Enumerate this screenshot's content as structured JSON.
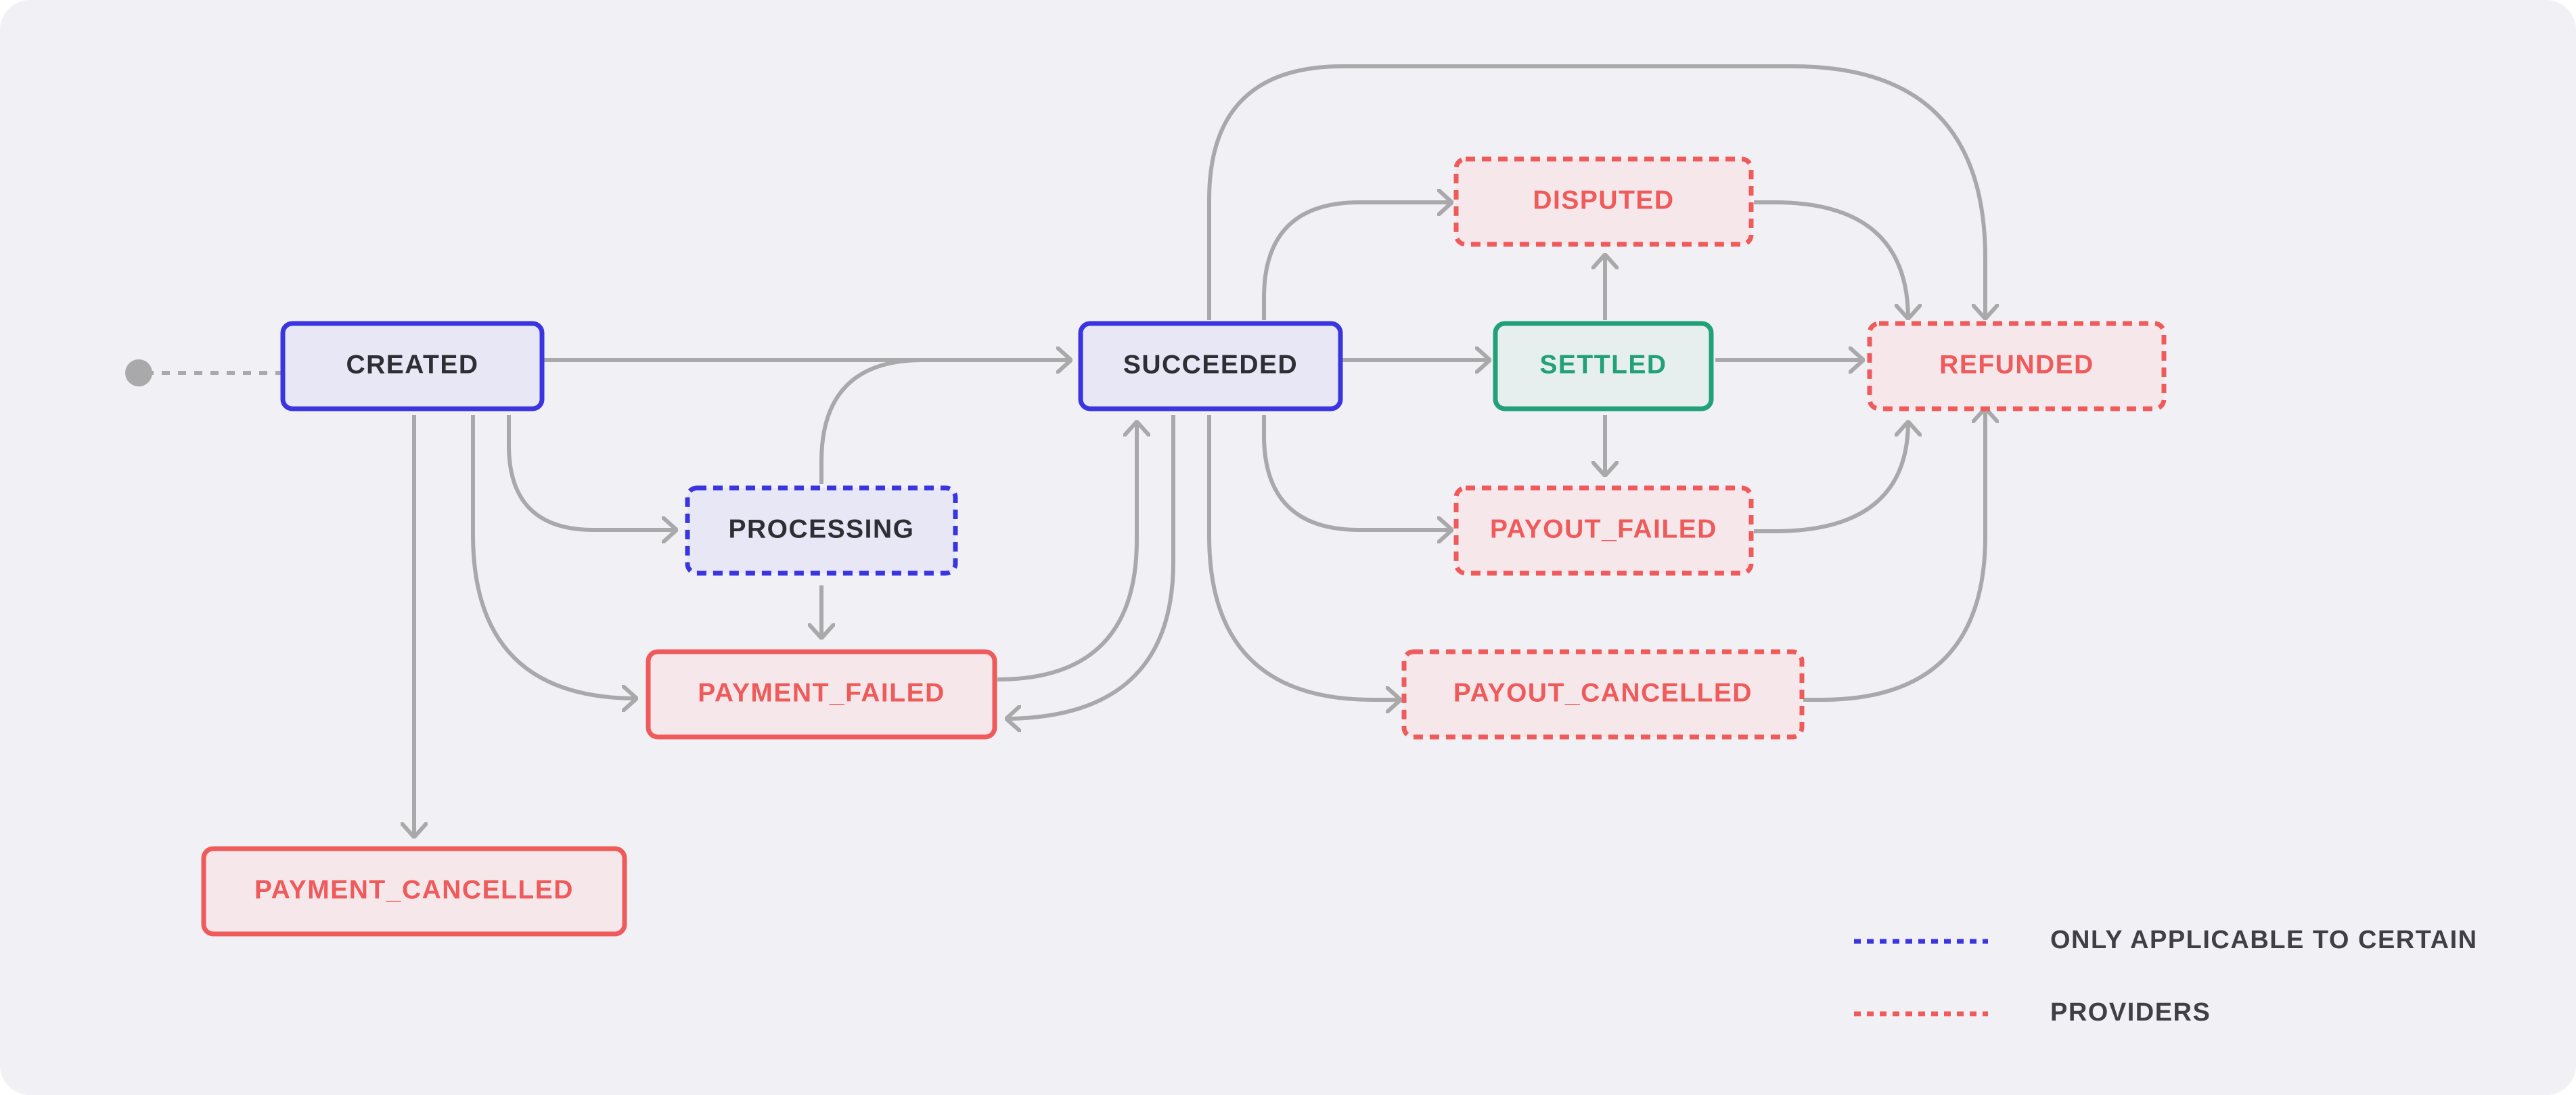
{
  "colors": {
    "background": "#f1f1f5",
    "edge": "#a9a9ab",
    "blue_stroke": "#3b35e0",
    "blue_fill": "#e7e7f6",
    "red_stroke": "#ef5a5a",
    "red_fill": "#f6e7ea",
    "red_text": "#ef5a5a",
    "green_stroke": "#22a07a",
    "green_fill": "#e6efee",
    "green_text": "#22a07a",
    "dark_text": "#2e2e34",
    "start_dot": "#a9a9ab"
  },
  "states": {
    "created": "CREATED",
    "processing": "PROCESSING",
    "payment_failed": "PAYMENT_FAILED",
    "payment_cancelled": "PAYMENT_CANCELLED",
    "succeeded": "SUCCEEDED",
    "settled": "SETTLED",
    "disputed": "DISPUTED",
    "payout_failed": "PAYOUT_FAILED",
    "payout_cancelled": "PAYOUT_CANCELLED",
    "refunded": "REFUNDED"
  },
  "legend": {
    "line1": "ONLY APPLICABLE TO CERTAIN",
    "line2": "PROVIDERS"
  }
}
